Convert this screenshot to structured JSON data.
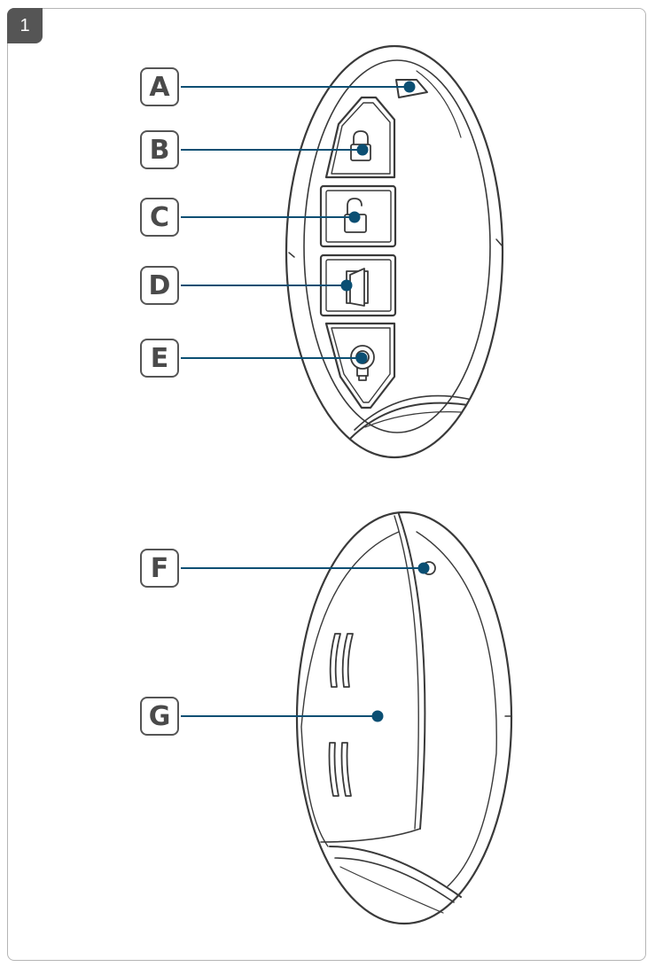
{
  "figure": {
    "number": "1"
  },
  "callouts": [
    {
      "id": "A",
      "label": "A"
    },
    {
      "id": "B",
      "label": "B"
    },
    {
      "id": "C",
      "label": "C"
    },
    {
      "id": "D",
      "label": "D"
    },
    {
      "id": "E",
      "label": "E"
    },
    {
      "id": "F",
      "label": "F"
    },
    {
      "id": "G",
      "label": "G"
    }
  ],
  "colors": {
    "leader_line": "#0b4f73",
    "outline": "#3a3a3a",
    "callout_border": "#555555",
    "badge_bg": "#555555"
  },
  "icons": {
    "button_b": "padlock-closed-icon",
    "button_c": "padlock-open-icon",
    "button_d": "door-icon",
    "button_e": "lightbulb-icon"
  }
}
